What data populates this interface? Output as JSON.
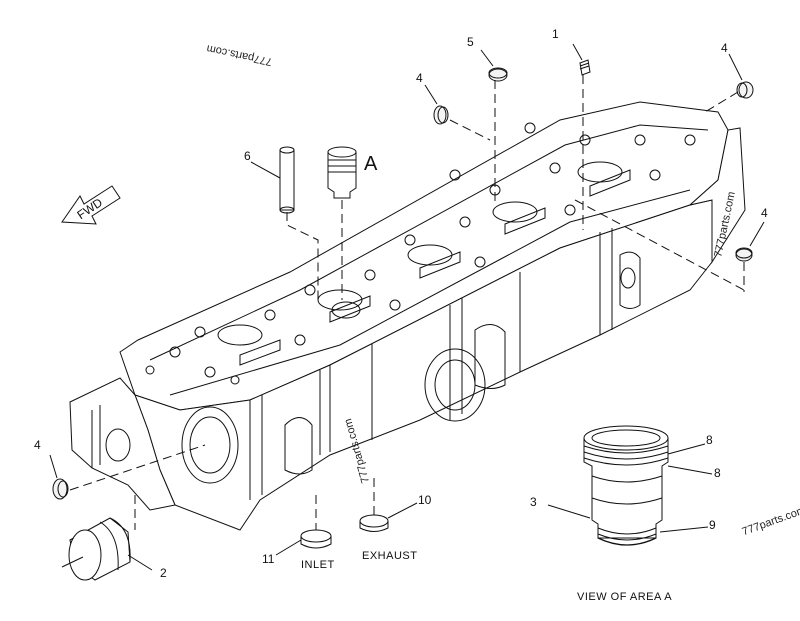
{
  "watermarks": [
    "777parts.com",
    "777parts.com",
    "777parts.com",
    "777parts.com"
  ],
  "direction_arrow": "FWD",
  "area_label": "A",
  "callouts": [
    "1",
    "2",
    "3",
    "4",
    "4",
    "4",
    "4",
    "5",
    "6",
    "8",
    "8",
    "9",
    "10",
    "11"
  ],
  "captions": {
    "inlet": "INLET",
    "exhaust": "EXHAUST",
    "view": "VIEW OF AREA A"
  }
}
